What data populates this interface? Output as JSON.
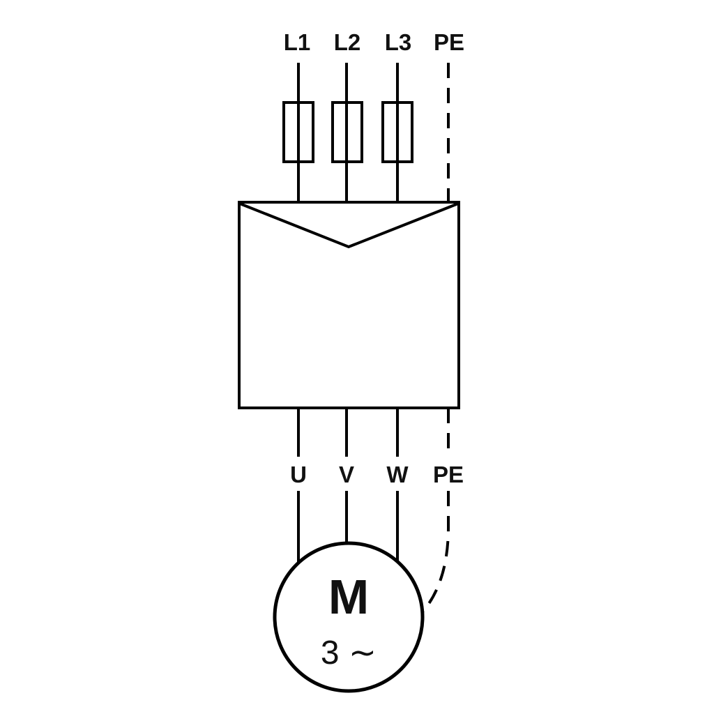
{
  "diagram": {
    "kind": "three-phase motor wiring diagram",
    "supply_terminals": [
      "L1",
      "L2",
      "L3",
      "PE"
    ],
    "motor_terminals": [
      "U",
      "V",
      "W",
      "PE"
    ],
    "motor": {
      "symbol": "M",
      "phase_label": "3 ∼"
    },
    "colors": {
      "line": "#000000",
      "background": "#ffffff",
      "text": "#111111"
    }
  }
}
